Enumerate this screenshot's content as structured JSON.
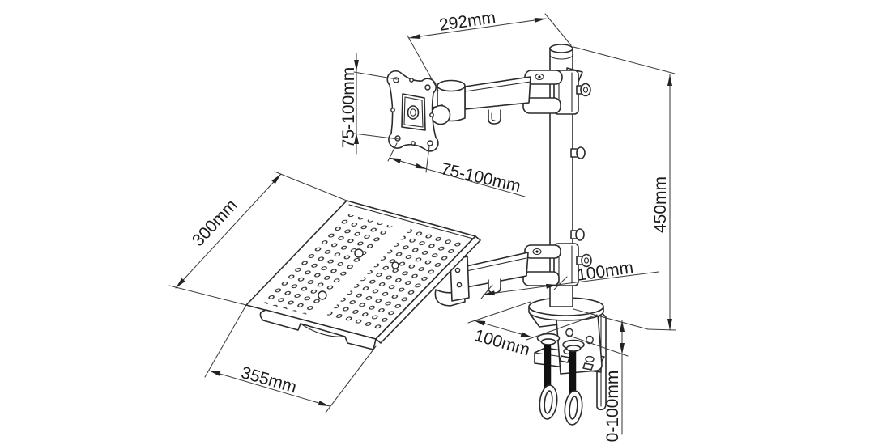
{
  "drawing": {
    "kind": "technical-dimension-drawing",
    "subject": "desk-clamp-monitor-arm-with-laptop-tray",
    "unit": "mm",
    "colors": {
      "outline": "#2b2b2b",
      "dimension_line": "#3c3c3c",
      "text": "#1a1a1a",
      "screw_shaft": "#111111",
      "background": "#ffffff"
    },
    "dims": {
      "arm_length": {
        "label": "292mm"
      },
      "vesa_vertical": {
        "label": "75-100mm"
      },
      "vesa_horizontal": {
        "label": "75-100mm"
      },
      "pole_height": {
        "label": "450mm"
      },
      "arm_offset": {
        "label": "100mm"
      },
      "desk_offset": {
        "label": "100mm"
      },
      "clamp_range": {
        "label": "0-100mm"
      },
      "tray_depth": {
        "label": "300mm"
      },
      "tray_width": {
        "label": "355mm"
      }
    }
  }
}
